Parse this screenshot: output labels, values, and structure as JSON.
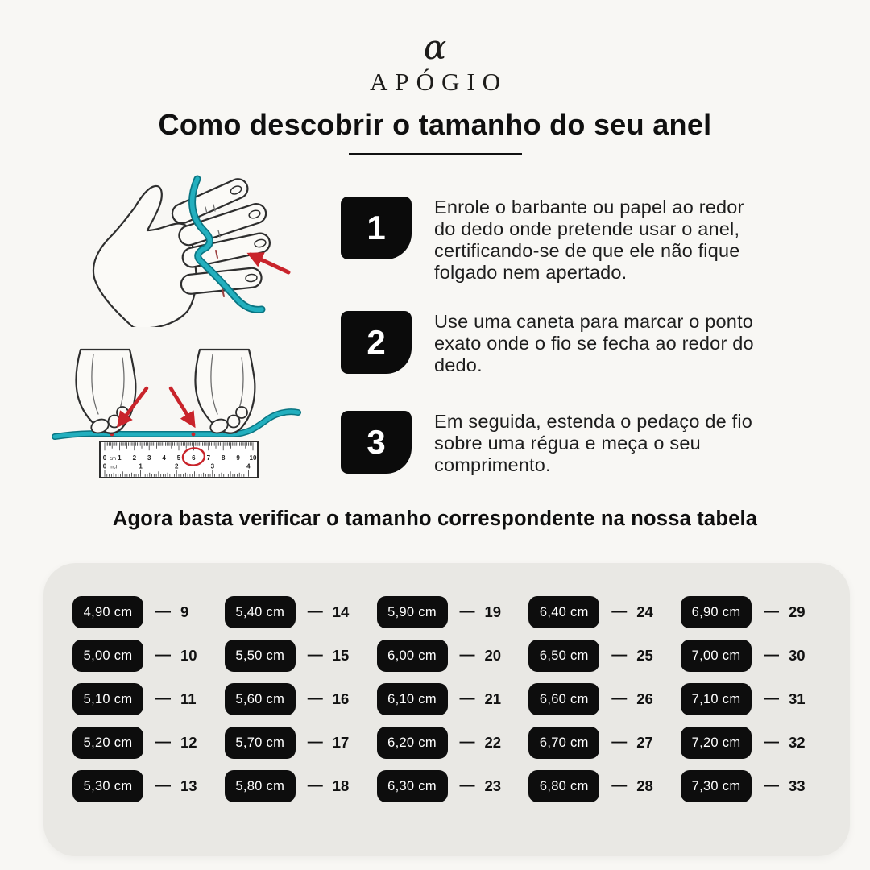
{
  "brand": {
    "mark": "α",
    "name": "APÓGIO"
  },
  "title": "Como descobrir o tamanho do seu anel",
  "steps": [
    {
      "number": "1",
      "text": "Enrole o barbante ou papel ao redor do dedo onde pretende usar o anel, certificando-se de que ele não fique folgado nem apertado."
    },
    {
      "number": "2",
      "text": "Use uma caneta para marcar o ponto exato onde o fio se fecha ao redor do dedo."
    },
    {
      "number": "3",
      "text": "Em seguida, estenda o pedaço de fio sobre uma régua e meça o seu comprimento."
    }
  ],
  "table_intro": "Agora basta verificar o tamanho correspondente na nossa tabela",
  "size_table": {
    "separator": "—",
    "columns": [
      [
        {
          "cm": "4,90 cm",
          "size": "9"
        },
        {
          "cm": "5,00 cm",
          "size": "10"
        },
        {
          "cm": "5,10 cm",
          "size": "11"
        },
        {
          "cm": "5,20 cm",
          "size": "12"
        },
        {
          "cm": "5,30 cm",
          "size": "13"
        }
      ],
      [
        {
          "cm": "5,40 cm",
          "size": "14"
        },
        {
          "cm": "5,50 cm",
          "size": "15"
        },
        {
          "cm": "5,60 cm",
          "size": "16"
        },
        {
          "cm": "5,70 cm",
          "size": "17"
        },
        {
          "cm": "5,80 cm",
          "size": "18"
        }
      ],
      [
        {
          "cm": "5,90 cm",
          "size": "19"
        },
        {
          "cm": "6,00 cm",
          "size": "20"
        },
        {
          "cm": "6,10 cm",
          "size": "21"
        },
        {
          "cm": "6,20 cm",
          "size": "22"
        },
        {
          "cm": "6,30 cm",
          "size": "23"
        }
      ],
      [
        {
          "cm": "6,40 cm",
          "size": "24"
        },
        {
          "cm": "6,50 cm",
          "size": "25"
        },
        {
          "cm": "6,60 cm",
          "size": "26"
        },
        {
          "cm": "6,70 cm",
          "size": "27"
        },
        {
          "cm": "6,80 cm",
          "size": "28"
        }
      ],
      [
        {
          "cm": "6,90 cm",
          "size": "29"
        },
        {
          "cm": "7,00 cm",
          "size": "30"
        },
        {
          "cm": "7,10 cm",
          "size": "31"
        },
        {
          "cm": "7,20 cm",
          "size": "32"
        },
        {
          "cm": "7,30 cm",
          "size": "33"
        }
      ]
    ]
  },
  "ruler": {
    "cm_zero": "0",
    "cm_unit": "cm",
    "cm_labels": [
      "1",
      "2",
      "3",
      "4",
      "5",
      "6",
      "7",
      "8",
      "9",
      "10"
    ],
    "inch_zero": "0",
    "inch_unit": "inch",
    "inch_labels": [
      "1",
      "2",
      "3",
      "4"
    ],
    "circled_cm_value": "6"
  },
  "colors": {
    "page_bg": "#f8f7f4",
    "panel_bg": "#e9e8e4",
    "badge_black": "#0d0d0d",
    "accent_teal": "#22afbe",
    "accent_teal_dark": "#0a7582",
    "accent_red": "#c9242b"
  }
}
